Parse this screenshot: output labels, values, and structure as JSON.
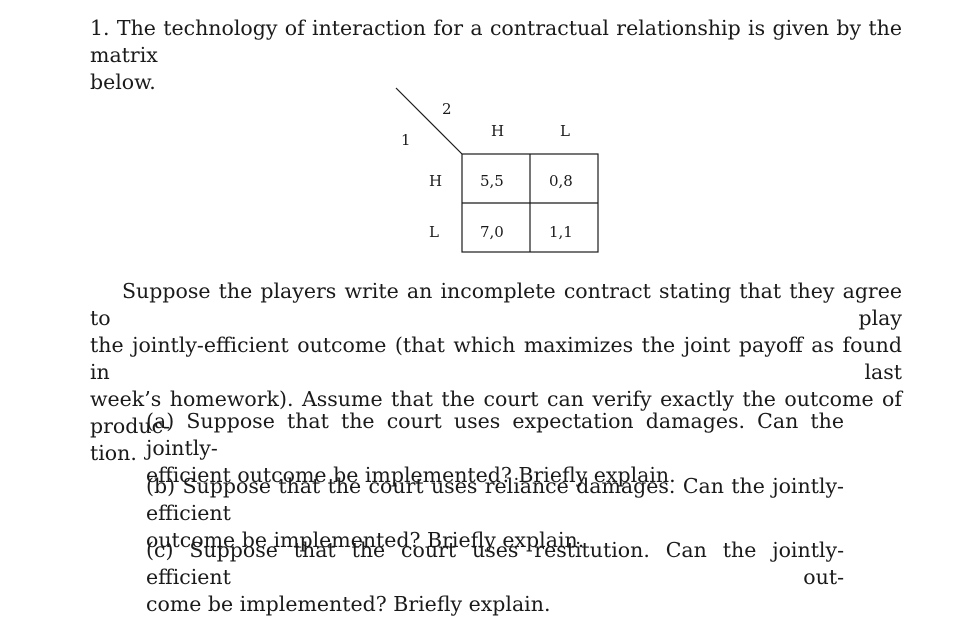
{
  "problem": {
    "intro_line1": "1. The technology of interaction for a contractual relationship is given by the matrix",
    "intro_line2": "below."
  },
  "matrix": {
    "player_row": "1",
    "player_col": "2",
    "col_headers": [
      "H",
      "L"
    ],
    "row_headers": [
      "H",
      "L"
    ],
    "cells": [
      [
        "5,5",
        "0,8"
      ],
      [
        "7,0",
        "1,1"
      ]
    ]
  },
  "paragraph": {
    "line1": "Suppose the players write an incomplete contract stating that they agree to play",
    "line2": "the jointly-efficient outcome (that which maximizes the joint payoff as found in last",
    "line3": "week’s homework). Assume that the court can verify exactly the outcome of produc-",
    "line4": "tion."
  },
  "questions": {
    "a_line1": "(a) Suppose that the court uses expectation damages. Can the jointly-",
    "a_line2": "efficient outcome be implemented? Briefly explain.",
    "b_line1": "(b) Suppose that the court uses reliance damages. Can the jointly-efficient",
    "b_line2": "outcome be implemented? Briefly explain.",
    "c_line1": "(c) Suppose that the court uses restitution. Can the jointly-efficient out-",
    "c_line2": "come be implemented? Briefly explain."
  }
}
